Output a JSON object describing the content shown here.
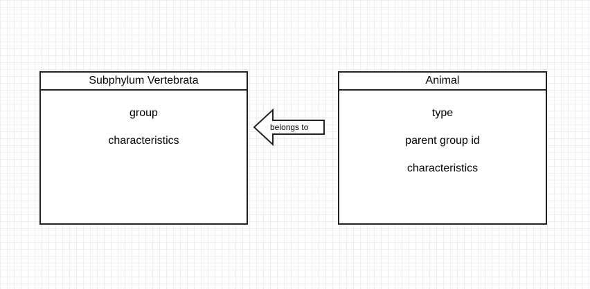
{
  "entities": [
    {
      "title": "Subphylum Vertebrata",
      "fields": [
        "group",
        "characteristics"
      ]
    },
    {
      "title": "Animal",
      "fields": [
        "type",
        "parent group id",
        "characteristics"
      ]
    }
  ],
  "relation": {
    "label": "belongs to"
  },
  "colors": {
    "stroke": "#222222",
    "grid": "#ececf3",
    "background": "#ffffff"
  }
}
